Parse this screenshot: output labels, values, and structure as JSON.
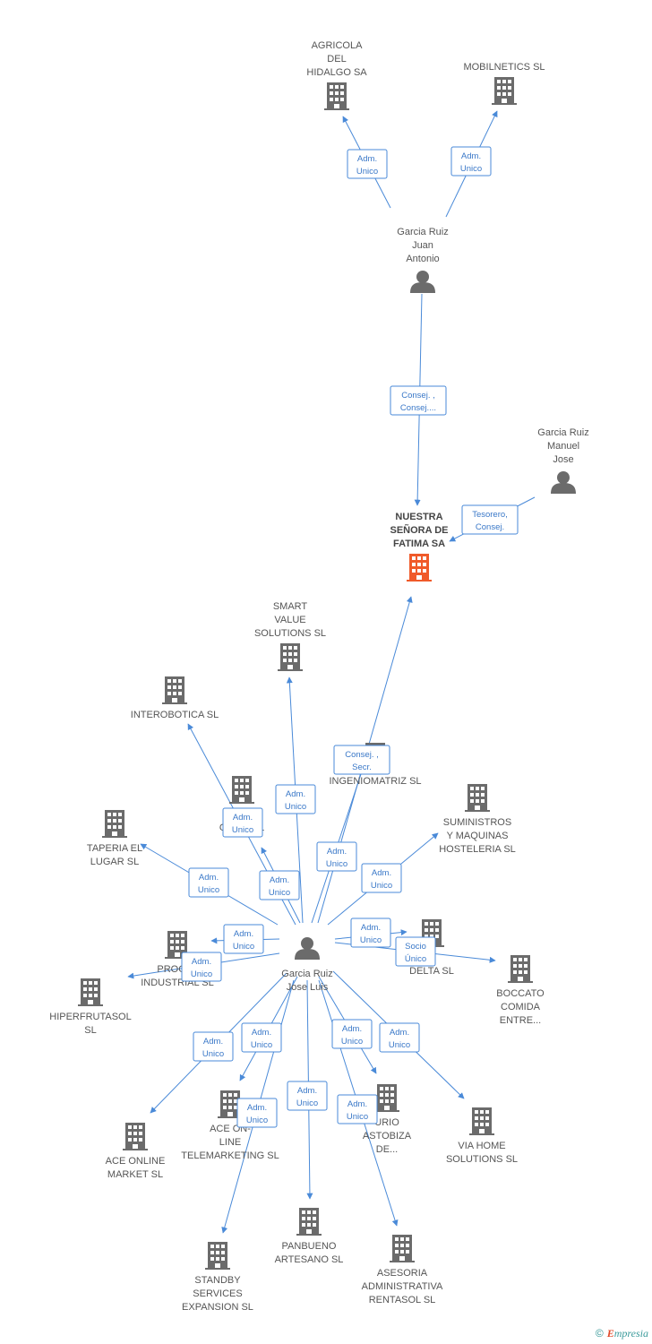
{
  "colors": {
    "edge": "#4a8ad8",
    "node": "#6b6b6b",
    "focus": "#f05a2a",
    "label": "#555555"
  },
  "nodes": [
    {
      "id": "agricola",
      "type": "company",
      "label": [
        "AGRICOLA",
        "DEL",
        "HIDALGO SA"
      ]
    },
    {
      "id": "mobilnetics",
      "type": "company",
      "label": [
        "MOBILNETICS SL"
      ]
    },
    {
      "id": "juan",
      "type": "person",
      "label": [
        "Garcia Ruiz",
        "Juan",
        "Antonio"
      ]
    },
    {
      "id": "manuel",
      "type": "person",
      "label": [
        "Garcia Ruiz",
        "Manuel",
        "Jose"
      ]
    },
    {
      "id": "fatima",
      "type": "focus",
      "label": [
        "NUESTRA",
        "SEÑORA DE",
        "FATIMA SA"
      ]
    },
    {
      "id": "smart",
      "type": "company",
      "label": [
        "SMART",
        "VALUE",
        "SOLUTIONS SL"
      ]
    },
    {
      "id": "interobotica",
      "type": "company",
      "label": [
        "INTEROBOTICA SL"
      ]
    },
    {
      "id": "ingeniomatriz",
      "type": "company",
      "label": [
        "INGENIOMATRIZ SL"
      ]
    },
    {
      "id": "olivo",
      "type": "company",
      "label": [
        "F",
        "OLIVO SL"
      ]
    },
    {
      "id": "suministros",
      "type": "company",
      "label": [
        "SUMINISTROS",
        "Y MAQUINAS",
        "HOSTELERIA  SL"
      ]
    },
    {
      "id": "taperia",
      "type": "company",
      "label": [
        "TAPERIA EL",
        "LUGAR SL"
      ]
    },
    {
      "id": "proclex",
      "type": "company",
      "label": [
        "PROCLE",
        "INDUSTRIAL SL"
      ]
    },
    {
      "id": "delta",
      "type": "company",
      "label": [
        "A",
        "DELTA SL"
      ]
    },
    {
      "id": "boccato",
      "type": "company",
      "label": [
        "BOCCATO",
        "COMIDA",
        "ENTRE..."
      ]
    },
    {
      "id": "hiperfrutasol",
      "type": "company",
      "label": [
        "HIPERFRUTASOL",
        "SL"
      ]
    },
    {
      "id": "jose",
      "type": "person",
      "label": [
        "Garcia Ruiz",
        "Jose Luis"
      ]
    },
    {
      "id": "acemarket",
      "type": "company",
      "label": [
        "ACE ONLINE",
        "MARKET SL"
      ]
    },
    {
      "id": "aceonline",
      "type": "company",
      "label": [
        "ACE ON-",
        "LINE",
        "TELEMARKETING SL"
      ]
    },
    {
      "id": "urio",
      "type": "company",
      "label": [
        "URIO",
        "ASTOBIZA",
        "DE..."
      ]
    },
    {
      "id": "viahome",
      "type": "company",
      "label": [
        "VIA HOME",
        "SOLUTIONS SL"
      ]
    },
    {
      "id": "panbueno",
      "type": "company",
      "label": [
        "PANBUENO",
        "ARTESANO  SL"
      ]
    },
    {
      "id": "standby",
      "type": "company",
      "label": [
        "STANDBY",
        "SERVICES",
        "EXPANSION SL"
      ]
    },
    {
      "id": "asesoria",
      "type": "company",
      "label": [
        "ASESORIA",
        "ADMINISTRATIVA",
        "RENTASOL SL"
      ]
    }
  ],
  "edges": [
    {
      "from": "juan",
      "to": "agricola",
      "label": [
        "Adm.",
        "Unico"
      ]
    },
    {
      "from": "juan",
      "to": "mobilnetics",
      "label": [
        "Adm.",
        "Unico"
      ]
    },
    {
      "from": "juan",
      "to": "fatima",
      "label": [
        "Consej. ,",
        "Consej...."
      ]
    },
    {
      "from": "manuel",
      "to": "fatima",
      "label": [
        "Tesorero,",
        "Consej."
      ]
    },
    {
      "from": "jose",
      "to": "fatima",
      "label": [
        "Consej. ,",
        "Secr."
      ]
    },
    {
      "from": "jose",
      "to": "smart",
      "label": [
        "Adm.",
        "Unico"
      ]
    },
    {
      "from": "jose",
      "to": "interobotica",
      "label": [
        "Adm.",
        "Unico"
      ]
    },
    {
      "from": "jose",
      "to": "ingeniomatriz",
      "label": [
        "Adm.",
        "Unico"
      ]
    },
    {
      "from": "jose",
      "to": "olivo",
      "label": [
        "Adm.",
        "Unico"
      ]
    },
    {
      "from": "jose",
      "to": "suministros",
      "label": [
        "Adm.",
        "Unico"
      ]
    },
    {
      "from": "jose",
      "to": "taperia",
      "label": [
        "Adm.",
        "Unico"
      ]
    },
    {
      "from": "jose",
      "to": "proclex",
      "label": [
        "Adm.",
        "Unico"
      ]
    },
    {
      "from": "jose",
      "to": "hiperfrutasol",
      "label": [
        "Adm.",
        "Unico"
      ]
    },
    {
      "from": "jose",
      "to": "delta",
      "label": [
        "Adm.",
        "Unico"
      ]
    },
    {
      "from": "jose",
      "to": "boccato",
      "label": [
        "Socio",
        "Único"
      ]
    },
    {
      "from": "jose",
      "to": "acemarket",
      "label": [
        "Adm.",
        "Unico"
      ]
    },
    {
      "from": "jose",
      "to": "aceonline",
      "label": [
        "Adm.",
        "Unico"
      ]
    },
    {
      "from": "jose",
      "to": "urio",
      "label": [
        "Adm.",
        "Unico"
      ]
    },
    {
      "from": "jose",
      "to": "viahome",
      "label": [
        "Adm.",
        "Unico"
      ]
    },
    {
      "from": "jose",
      "to": "panbueno",
      "label": [
        "Adm.",
        "Unico"
      ]
    },
    {
      "from": "jose",
      "to": "standby",
      "label": [
        "Adm.",
        "Unico"
      ]
    },
    {
      "from": "jose",
      "to": "asesoria",
      "label": [
        "Adm.",
        "Unico"
      ]
    }
  ],
  "footer": {
    "copyright": "©",
    "brand_initial": "E",
    "brand_rest": "mpresia"
  }
}
